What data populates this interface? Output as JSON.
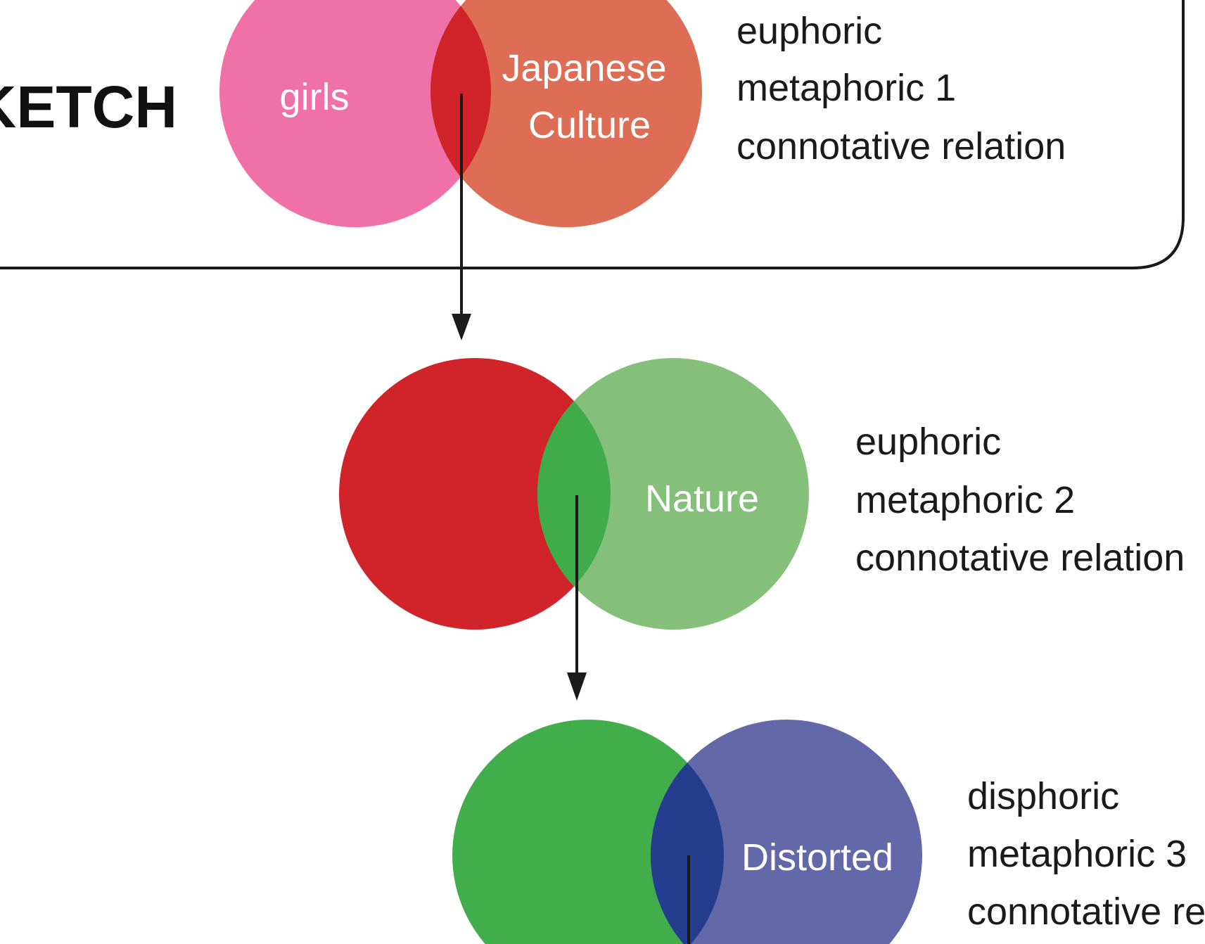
{
  "title": "KETCH",
  "colors": {
    "pink": "#f071a8",
    "salmon": "#de6d55",
    "red_overlap": "#d0232a",
    "red": "#d0232a",
    "light_green": "#84c07a",
    "green_overlap": "#40ab4b",
    "green": "#42ad4b",
    "purple": "#6268a8",
    "navy_overlap": "#253d8d",
    "arrow": "#1a1a1a",
    "text": "#1a1a1a",
    "frame": "#1a1a1a"
  },
  "stages": [
    {
      "left_label": "girls",
      "right_label_lines": [
        "Japanese",
        "Culture"
      ],
      "side_text": [
        "euphoric",
        "metaphoric 1",
        "connotative relation"
      ]
    },
    {
      "left_label": "",
      "right_label_lines": [
        "Nature"
      ],
      "side_text": [
        "euphoric",
        "metaphoric 2",
        "connotative relation"
      ]
    },
    {
      "left_label": "",
      "right_label_lines": [
        "Distorted"
      ],
      "side_text": [
        "disphoric",
        "metaphoric 3",
        "connotative relation"
      ]
    }
  ]
}
